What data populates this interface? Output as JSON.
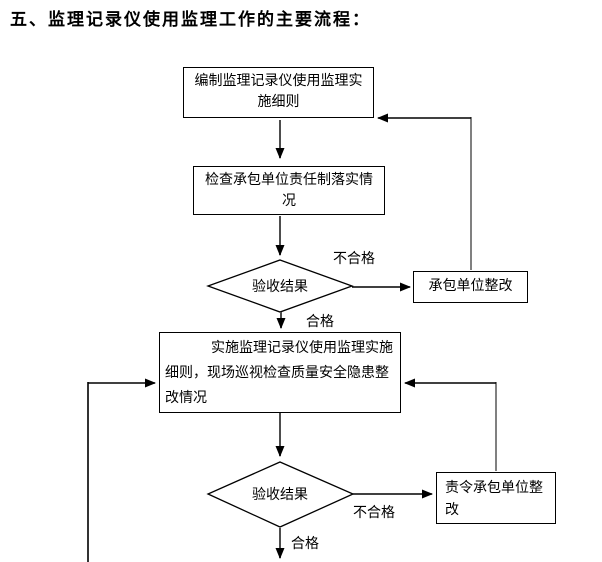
{
  "title": "五、监理记录仪使用监理工作的主要流程：",
  "nodes": {
    "compile": {
      "label": "编制监理记录仪使用监理实施细则",
      "type": "process"
    },
    "check": {
      "label": "检查承包单位责任制落实情况",
      "type": "process"
    },
    "decision1": {
      "label": "验收结果",
      "type": "decision"
    },
    "rectify1": {
      "label": "承包单位整改",
      "type": "process"
    },
    "implement": {
      "label": "实施监理记录仪使用监理实施细则，现场巡视检查质量安全隐患整改情况",
      "type": "process"
    },
    "decision2": {
      "label": "验收结果",
      "type": "decision"
    },
    "rectify2": {
      "label": "责令承包单位整改",
      "type": "process"
    }
  },
  "edge_labels": {
    "fail1": "不合格",
    "pass1": "合格",
    "fail2": "不合格",
    "pass2": "合格"
  },
  "colors": {
    "line": "#000000",
    "arrow_shaft": "#4d4d4d",
    "feedback_vertical": "#808080",
    "left_loop_vertical": "#333333",
    "text": "#000000",
    "background": "#ffffff"
  }
}
